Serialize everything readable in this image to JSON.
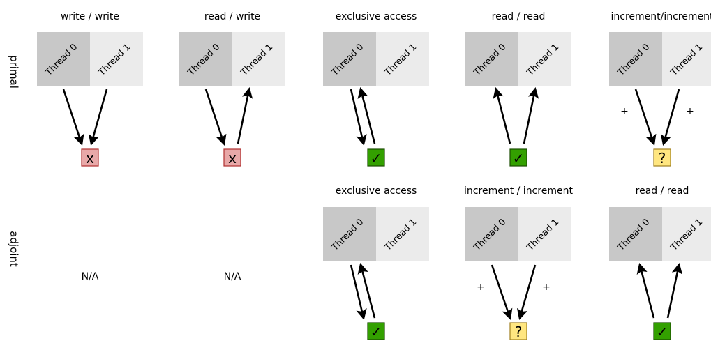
{
  "row_labels": {
    "primal": "primal",
    "adjoint": "adjoint"
  },
  "thread_labels": [
    "Thread 0",
    "Thread 1"
  ],
  "colors": {
    "thread0_fill": "#c8c8c8",
    "thread1_fill": "#ebebeb",
    "fail_fill": "#e8a8a8",
    "fail_border": "#b03030",
    "ok_fill": "#33a000",
    "ok_border": "#1a4d00",
    "unknown_fill": "#ffe680",
    "unknown_border": "#a08020"
  },
  "primal": [
    {
      "title": "write / write",
      "arrows": [
        "to-result",
        "to-result"
      ],
      "status": "fail",
      "status_glyph": "x"
    },
    {
      "title": "read / write",
      "arrows": [
        "to-result",
        "from-result"
      ],
      "status": "fail",
      "status_glyph": "x"
    },
    {
      "title": "exclusive access",
      "arrows": [
        "bidirectional-left"
      ],
      "status": "ok",
      "status_glyph": "✓"
    },
    {
      "title": "read / read",
      "arrows": [
        "from-result",
        "from-result"
      ],
      "status": "ok",
      "status_glyph": "✓"
    },
    {
      "title": "increment/increment",
      "arrows": [
        "to-result",
        "to-result"
      ],
      "status": "unknown",
      "status_glyph": "?",
      "plus_marks": [
        "+",
        "+"
      ]
    }
  ],
  "adjoint": [
    {
      "na_text": "N/A"
    },
    {
      "na_text": "N/A"
    },
    {
      "title": "exclusive access",
      "arrows": [
        "bidirectional-left"
      ],
      "status": "ok",
      "status_glyph": "✓"
    },
    {
      "title": "increment / increment",
      "arrows": [
        "to-result",
        "to-result"
      ],
      "status": "unknown",
      "status_glyph": "?",
      "plus_marks": [
        "+",
        "+"
      ]
    },
    {
      "title": "read / read",
      "arrows": [
        "from-result",
        "from-result"
      ],
      "status": "ok",
      "status_glyph": "✓"
    }
  ]
}
